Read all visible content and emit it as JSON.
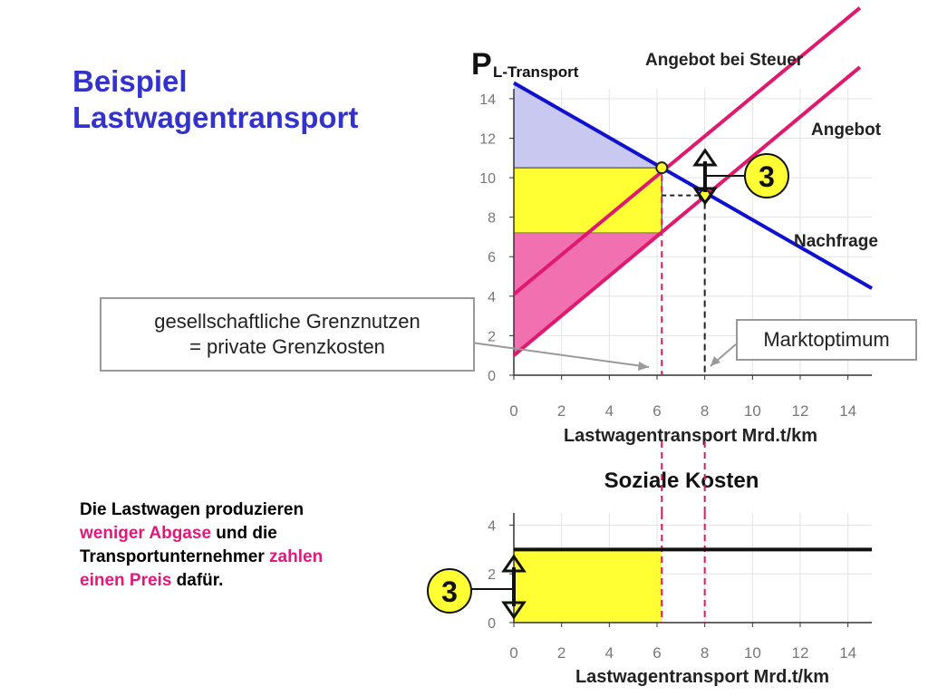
{
  "title": {
    "line1": "Beispiel",
    "line2": "Lastwagentransport"
  },
  "note": {
    "p1": "Die Lastwagen produzieren",
    "p2_hl": "weniger Abgase",
    "p2": " und die",
    "p3": "Transportunternehmer",
    "p3_hl": " zahlen",
    "p4_hl": "einen Preis",
    "p4": " dafür."
  },
  "callouts": {
    "grenz_line1": "gesellschaftliche Grenznutzen",
    "grenz_line2": "= private Grenzkosten",
    "markt": "Marktoptimum"
  },
  "colors": {
    "demand": "#1010d0",
    "supply": "#e0196e",
    "surplus_blue": "#c8c8f0",
    "tax_yellow": "#ffff33",
    "producer_pink": "#f070b0",
    "guide_red": "#e0195a",
    "callout_border": "#999999"
  },
  "chart_data": [
    {
      "type": "line",
      "ylabel_main": "P",
      "ylabel_sub": "L-Transport",
      "xlabel": "Lastwagentransport Mrd.t/km",
      "xlim": [
        0,
        15
      ],
      "ylim": [
        0,
        14.5
      ],
      "x_ticks": [
        0,
        2,
        4,
        6,
        8,
        10,
        12,
        14
      ],
      "y_ticks": [
        0,
        2,
        4,
        6,
        8,
        10,
        12,
        14
      ],
      "grid": true,
      "series": [
        {
          "name": "Nachfrage",
          "x": [
            0,
            15
          ],
          "y": [
            14.8,
            4.4
          ]
        },
        {
          "name": "Angebot",
          "x": [
            0,
            14.5
          ],
          "y": [
            1.0,
            15.6
          ]
        },
        {
          "name": "Angebot bei Steuer",
          "x": [
            0,
            14.5
          ],
          "y": [
            4.1,
            18.6
          ]
        }
      ],
      "areas": [
        {
          "role": "consumer-surplus",
          "from_x": 0,
          "to_x": 6.2,
          "top_y0": 14.8,
          "top_y1": 10.5,
          "base_y": 10.5
        },
        {
          "role": "tax",
          "x": [
            0,
            6.2
          ],
          "y": [
            7.2,
            10.5
          ]
        },
        {
          "role": "producer-surplus",
          "from_x": 0,
          "to_x": 6.2,
          "base_y": 7.2,
          "line_y0": 1.0,
          "line_y1": 7.2
        }
      ],
      "points": [
        {
          "x": 6.2,
          "y": 10.5
        },
        {
          "x": 8.0,
          "y": 9.1
        }
      ],
      "bracket_label": "3"
    },
    {
      "type": "area",
      "title": "Soziale Kosten",
      "xlabel": "Lastwagentransport Mrd.t/km",
      "xlim": [
        0,
        15
      ],
      "ylim": [
        0,
        4.5
      ],
      "x_ticks": [
        0,
        2,
        4,
        6,
        8,
        10,
        12,
        14
      ],
      "y_ticks": [
        0,
        2,
        4
      ],
      "grid": true,
      "series": [
        {
          "name": "",
          "x": [
            0,
            15
          ],
          "y": [
            3,
            3
          ]
        }
      ],
      "area": {
        "x": [
          0,
          6.2
        ],
        "y": 3
      },
      "guides_x": [
        6.2,
        8.0
      ],
      "bracket_label": "3"
    }
  ]
}
